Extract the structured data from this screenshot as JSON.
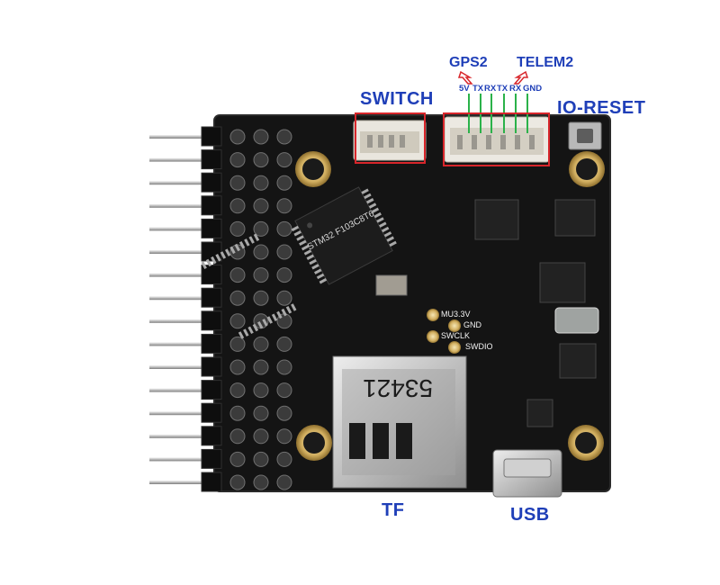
{
  "labels": {
    "gps2": "GPS2",
    "telem2": "TELEM2",
    "switch": "SWITCH",
    "io_reset": "IO-RESET",
    "tf": "TF",
    "usb": "USB",
    "pins": [
      "5V",
      "TX",
      "RX",
      "TX",
      "RX",
      "GND"
    ]
  },
  "silkscreen": {
    "mu33v": "MU3.3V",
    "gnd": "GND",
    "swclk": "SWCLK",
    "swdio": "SWDIO",
    "sd_number": "53421",
    "mcu_marking": "STM32 F103C8T6"
  },
  "colors": {
    "annotation_blue": "#1f3fb8",
    "highlight_red": "#d8262b",
    "arrow_red": "#d8262b",
    "signal_green": "#2bb24a",
    "pcb_black": "#141414",
    "gold_pad": "#c9a35a"
  }
}
